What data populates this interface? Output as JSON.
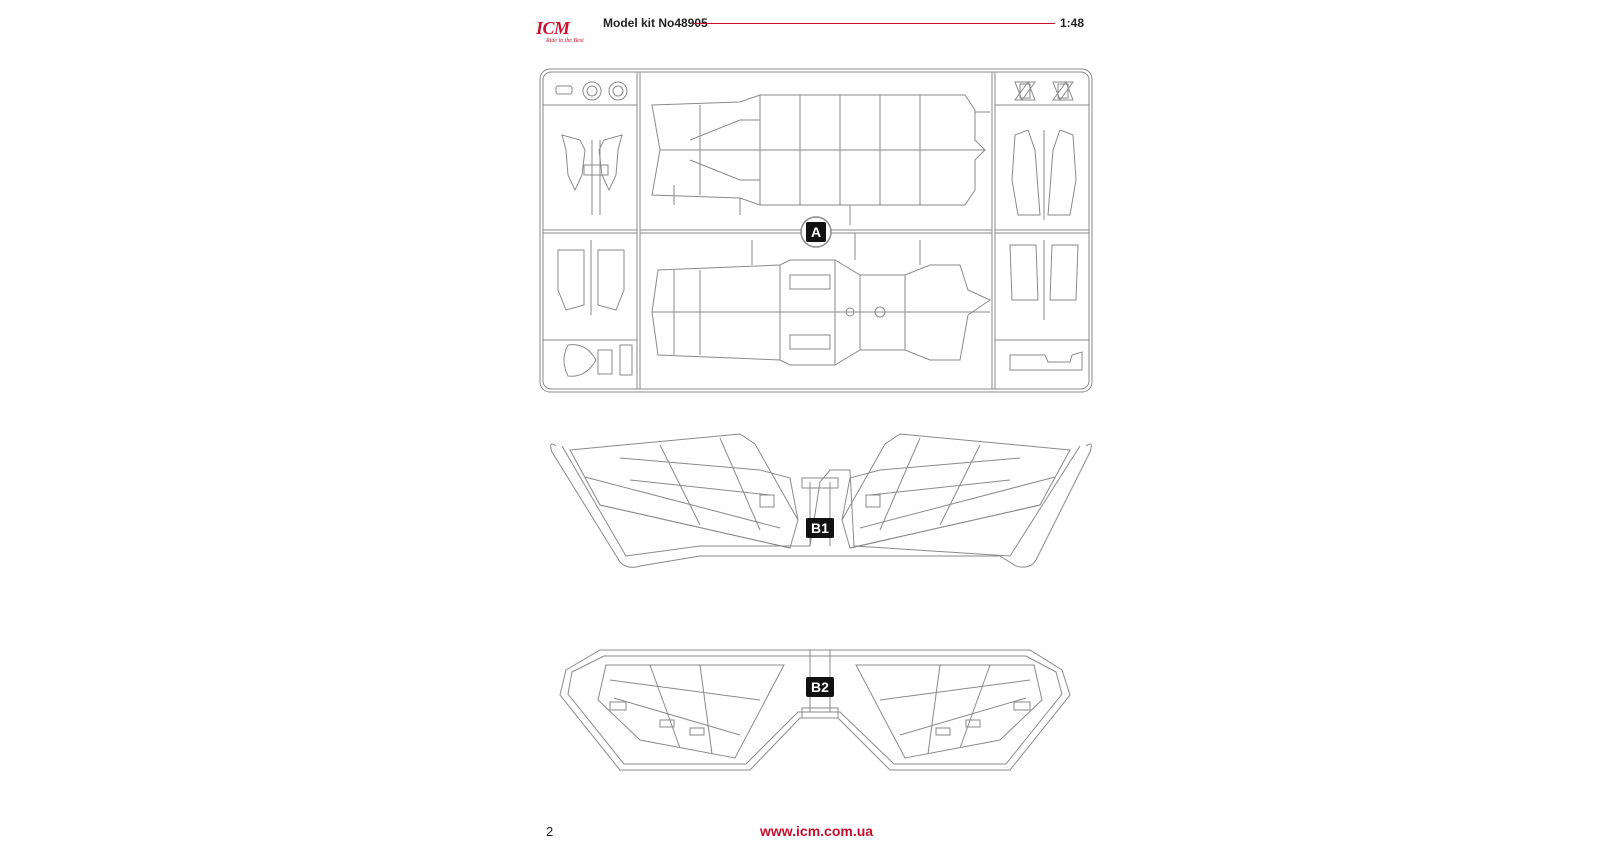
{
  "header": {
    "logo_text": "ICM",
    "logo_tagline": "Ride in the Best",
    "kit_label": "Model kit No48905",
    "scale": "1:48"
  },
  "sprues": {
    "a_label": "A",
    "b1_label": "B1",
    "b2_label": "B2"
  },
  "footer": {
    "page_number": "2",
    "website": "www.icm.com.ua"
  },
  "colors": {
    "brand_red": "#c8102e",
    "line_gray": "#8a8a8a",
    "tag_black": "#111111"
  }
}
